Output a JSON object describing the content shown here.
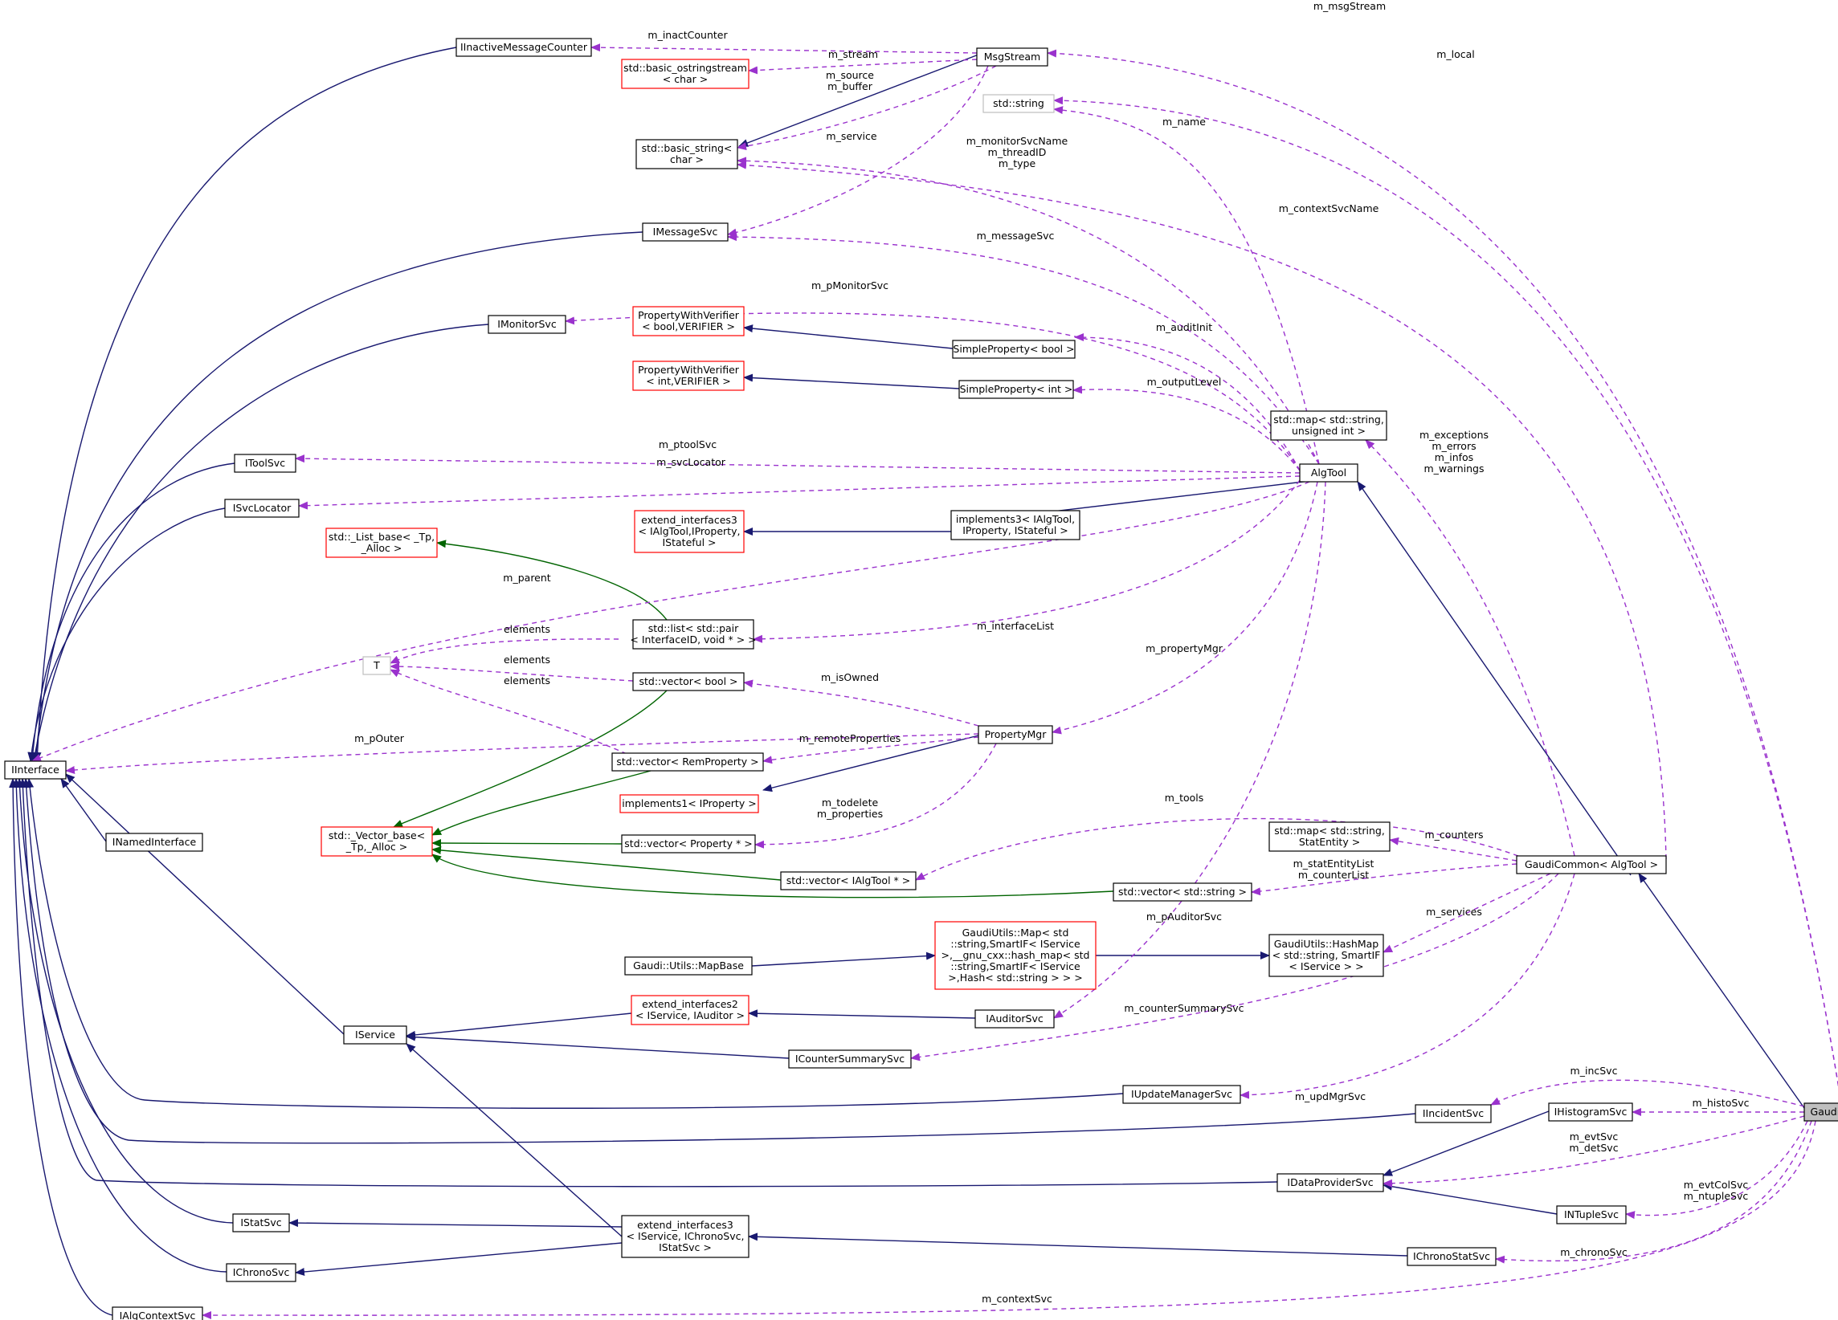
{
  "diagram": {
    "nodes": [
      {
        "id": "IInactiveMessageCounter",
        "lines": [
          "IInactiveMessageCounter"
        ]
      },
      {
        "id": "MsgStream",
        "lines": [
          "MsgStream"
        ]
      },
      {
        "id": "basic_ostringstream",
        "lines": [
          "std::basic_ostringstream",
          "< char >"
        ],
        "style": "red"
      },
      {
        "id": "std_string",
        "lines": [
          "std::string"
        ],
        "style": "grey"
      },
      {
        "id": "basic_string",
        "lines": [
          "std::basic_string<",
          "char >"
        ]
      },
      {
        "id": "IMessageSvc",
        "lines": [
          "IMessageSvc"
        ]
      },
      {
        "id": "IMonitorSvc",
        "lines": [
          "IMonitorSvc"
        ]
      },
      {
        "id": "PWV_bool",
        "lines": [
          "PropertyWithVerifier",
          "< bool,VERIFIER >"
        ],
        "style": "red"
      },
      {
        "id": "SimpleProperty_bool",
        "lines": [
          "SimpleProperty< bool >"
        ]
      },
      {
        "id": "PWV_int",
        "lines": [
          "PropertyWithVerifier",
          "< int,VERIFIER >"
        ],
        "style": "red"
      },
      {
        "id": "SimpleProperty_int",
        "lines": [
          "SimpleProperty< int >"
        ]
      },
      {
        "id": "map_string_uint",
        "lines": [
          "std::map< std::string,",
          "unsigned int >"
        ]
      },
      {
        "id": "IToolSvc",
        "lines": [
          "IToolSvc"
        ]
      },
      {
        "id": "AlgTool",
        "lines": [
          "AlgTool"
        ]
      },
      {
        "id": "ISvcLocator",
        "lines": [
          "ISvcLocator"
        ]
      },
      {
        "id": "extend_interfaces3_alg",
        "lines": [
          "extend_interfaces3",
          "< IAlgTool,IProperty,",
          "IStateful >"
        ],
        "style": "red"
      },
      {
        "id": "implements3",
        "lines": [
          "implements3< IAlgTool,",
          "IProperty, IStateful >"
        ]
      },
      {
        "id": "List_base",
        "lines": [
          "std::_List_base< _Tp,",
          "_Alloc >"
        ],
        "style": "red"
      },
      {
        "id": "list_pair",
        "lines": [
          "std::list< std::pair",
          "< InterfaceID, void * > >"
        ]
      },
      {
        "id": "T",
        "lines": [
          "T"
        ],
        "style": "grey"
      },
      {
        "id": "vector_bool",
        "lines": [
          "std::vector< bool >"
        ]
      },
      {
        "id": "PropertyMgr",
        "lines": [
          "PropertyMgr"
        ]
      },
      {
        "id": "IInterface",
        "lines": [
          "IInterface"
        ]
      },
      {
        "id": "vector_RemProperty",
        "lines": [
          "std::vector< RemProperty >"
        ]
      },
      {
        "id": "implements1",
        "lines": [
          "implements1< IProperty >"
        ],
        "style": "red"
      },
      {
        "id": "INamedInterface",
        "lines": [
          "INamedInterface"
        ]
      },
      {
        "id": "Vector_base",
        "lines": [
          "std::_Vector_base<",
          "_Tp,_Alloc >"
        ],
        "style": "red"
      },
      {
        "id": "vector_Property",
        "lines": [
          "std::vector< Property * >"
        ]
      },
      {
        "id": "map_string_StatEntity",
        "lines": [
          "std::map< std::string,",
          "StatEntity >"
        ]
      },
      {
        "id": "GaudiCommon",
        "lines": [
          "GaudiCommon< AlgTool >"
        ]
      },
      {
        "id": "vector_IAlgTool",
        "lines": [
          "std::vector< IAlgTool * >"
        ]
      },
      {
        "id": "vector_string",
        "lines": [
          "std::vector< std::string >"
        ]
      },
      {
        "id": "MapBase",
        "lines": [
          "Gaudi::Utils::MapBase"
        ]
      },
      {
        "id": "GaudiUtils_Map",
        "lines": [
          "GaudiUtils::Map< std",
          "::string,SmartIF< IService",
          ">,__gnu_cxx::hash_map< std",
          "::string,SmartIF< IService",
          ">,Hash< std::string > > >"
        ],
        "style": "red"
      },
      {
        "id": "GaudiUtils_HashMap",
        "lines": [
          "GaudiUtils::HashMap",
          "< std::string, SmartIF",
          "< IService > >"
        ]
      },
      {
        "id": "extend_interfaces2",
        "lines": [
          "extend_interfaces2",
          "< IService, IAuditor >"
        ],
        "style": "red"
      },
      {
        "id": "IAuditorSvc",
        "lines": [
          "IAuditorSvc"
        ]
      },
      {
        "id": "IService",
        "lines": [
          "IService"
        ]
      },
      {
        "id": "ICounterSummarySvc",
        "lines": [
          "ICounterSummarySvc"
        ]
      },
      {
        "id": "IUpdateManagerSvc",
        "lines": [
          "IUpdateManagerSvc"
        ]
      },
      {
        "id": "IIncidentSvc",
        "lines": [
          "IIncidentSvc"
        ]
      },
      {
        "id": "IHistogramSvc",
        "lines": [
          "IHistogramSvc"
        ]
      },
      {
        "id": "GaudiTool",
        "lines": [
          "GaudiTool"
        ],
        "style": "focus"
      },
      {
        "id": "IDataProviderSvc",
        "lines": [
          "IDataProviderSvc"
        ]
      },
      {
        "id": "INTupleSvc",
        "lines": [
          "INTupleSvc"
        ]
      },
      {
        "id": "IStatSvc",
        "lines": [
          "IStatSvc"
        ]
      },
      {
        "id": "extend_interfaces3_svc",
        "lines": [
          "extend_interfaces3",
          "< IService, IChronoSvc,",
          "IStatSvc >"
        ]
      },
      {
        "id": "IChronoStatSvc",
        "lines": [
          "IChronoStatSvc"
        ]
      },
      {
        "id": "IChronoSvc",
        "lines": [
          "IChronoSvc"
        ]
      },
      {
        "id": "IAlgContextSvc",
        "lines": [
          "IAlgContextSvc"
        ]
      }
    ],
    "edge_labels": [
      {
        "id": "m_msgStream",
        "lines": [
          "m_msgStream"
        ]
      },
      {
        "id": "m_inactCounter",
        "lines": [
          "m_inactCounter"
        ]
      },
      {
        "id": "m_local",
        "lines": [
          "m_local"
        ]
      },
      {
        "id": "m_stream",
        "lines": [
          "m_stream"
        ]
      },
      {
        "id": "m_source_buffer",
        "lines": [
          "m_source",
          "m_buffer"
        ]
      },
      {
        "id": "m_name",
        "lines": [
          "m_name"
        ]
      },
      {
        "id": "m_service",
        "lines": [
          "m_service"
        ]
      },
      {
        "id": "m_monitorSvcName",
        "lines": [
          "m_monitorSvcName",
          "m_threadID",
          "m_type"
        ]
      },
      {
        "id": "m_contextSvcName",
        "lines": [
          "m_contextSvcName"
        ]
      },
      {
        "id": "m_messageSvc",
        "lines": [
          "m_messageSvc"
        ]
      },
      {
        "id": "m_pMonitorSvc",
        "lines": [
          "m_pMonitorSvc"
        ]
      },
      {
        "id": "m_auditInit",
        "lines": [
          "m_auditInit"
        ]
      },
      {
        "id": "m_outputLevel",
        "lines": [
          "m_outputLevel"
        ]
      },
      {
        "id": "m_exceptions",
        "lines": [
          "m_exceptions",
          "m_errors",
          "m_infos",
          "m_warnings"
        ]
      },
      {
        "id": "m_ptoolSvc",
        "lines": [
          "m_ptoolSvc"
        ]
      },
      {
        "id": "m_svcLocator",
        "lines": [
          "m_svcLocator"
        ]
      },
      {
        "id": "m_parent",
        "lines": [
          "m_parent"
        ]
      },
      {
        "id": "elements1",
        "lines": [
          "elements"
        ]
      },
      {
        "id": "m_interfaceList",
        "lines": [
          "m_interfaceList"
        ]
      },
      {
        "id": "elements2",
        "lines": [
          "elements"
        ]
      },
      {
        "id": "m_propertyMgr",
        "lines": [
          "m_propertyMgr"
        ]
      },
      {
        "id": "elements3",
        "lines": [
          "elements"
        ]
      },
      {
        "id": "m_isOwned",
        "lines": [
          "m_isOwned"
        ]
      },
      {
        "id": "m_pOuter",
        "lines": [
          "m_pOuter"
        ]
      },
      {
        "id": "m_remoteProperties",
        "lines": [
          "m_remoteProperties"
        ]
      },
      {
        "id": "m_todelete",
        "lines": [
          "m_todelete",
          "m_properties"
        ]
      },
      {
        "id": "m_tools",
        "lines": [
          "m_tools"
        ]
      },
      {
        "id": "m_counters",
        "lines": [
          "m_counters"
        ]
      },
      {
        "id": "m_statEntityList",
        "lines": [
          "m_statEntityList",
          "m_counterList"
        ]
      },
      {
        "id": "m_pAuditorSvc",
        "lines": [
          "m_pAuditorSvc"
        ]
      },
      {
        "id": "m_services",
        "lines": [
          "m_services"
        ]
      },
      {
        "id": "m_counterSummarySvc",
        "lines": [
          "m_counterSummarySvc"
        ]
      },
      {
        "id": "m_incSvc",
        "lines": [
          "m_incSvc"
        ]
      },
      {
        "id": "m_updMgrSvc",
        "lines": [
          "m_updMgrSvc"
        ]
      },
      {
        "id": "m_histoSvc",
        "lines": [
          "m_histoSvc"
        ]
      },
      {
        "id": "m_evtSvc",
        "lines": [
          "m_evtSvc",
          "m_detSvc"
        ]
      },
      {
        "id": "m_evtColSvc",
        "lines": [
          "m_evtColSvc",
          "m_ntupleSvc"
        ]
      },
      {
        "id": "m_chronoSvc",
        "lines": [
          "m_chronoSvc"
        ]
      },
      {
        "id": "m_contextSvc",
        "lines": [
          "m_contextSvc"
        ]
      }
    ],
    "colors": {
      "inheritance": "#191970",
      "template": "#006400",
      "usage": "#9a32cd",
      "red_border": "#ff0000",
      "grey_border": "#bfbfbf",
      "focus_fill": "#bfbfbf"
    }
  }
}
